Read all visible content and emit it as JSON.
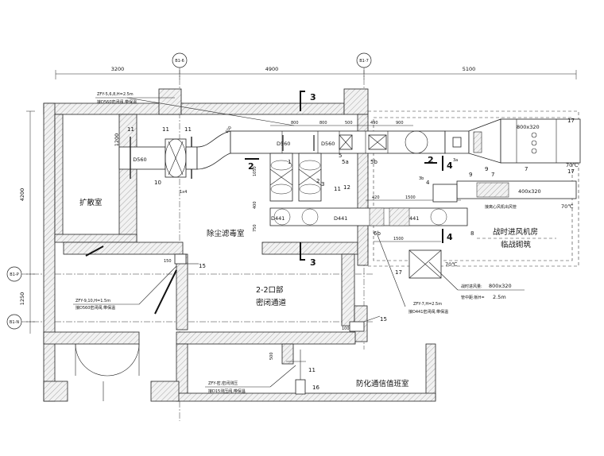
{
  "axes": {
    "b6": "B1-6",
    "b7": "B1-7",
    "bp": "B1-P",
    "bn": "B1-N"
  },
  "dims": {
    "top": [
      "3200",
      "4900",
      "5100"
    ],
    "left": [
      "4200",
      "1250"
    ],
    "duct_run": [
      "800",
      "800",
      "500",
      "490",
      "900"
    ],
    "lower_run": [
      "420",
      "1500"
    ],
    "mid_1500": "1500",
    "vert": [
      "1050",
      "400",
      "750",
      "150",
      "500",
      "1200",
      "100"
    ],
    "angle_600": "600"
  },
  "ducts": {
    "d560_a": "D560",
    "d560_b": "D560",
    "d560_c": "D560",
    "d441_a": "D441",
    "d441_b": "D441",
    "d441_c": "D441",
    "size_top": "800x320",
    "size_right": "400x320"
  },
  "rooms": {
    "expansion": "扩散室",
    "filter": "除尘滤毒室",
    "closed_passage_1": "2-2口部",
    "closed_passage_2": "密闭通道",
    "fan_room_1": "战时进风机房",
    "fan_room_2": "临战砌筑",
    "comm_room": "防化通信值班室"
  },
  "temps": {
    "t1": "70℃",
    "t2": "70℃",
    "t3": "70℃"
  },
  "notes": {
    "zfy_568_title": "ZFY-5,6,8,H=2.5m",
    "zfy_568_sub": "接D560密闭阀,带保温",
    "zfy_910_title": "ZFY-9,10,H=1.5m",
    "zfy_910_sub": "接D560密闭阀,带保温",
    "zfy_7_title": "ZFY-7,H=2.5m",
    "zfy_7_sub": "接D441密闭阀,带保温",
    "zfy_ke_title": "ZFY-密,密闭测压",
    "zfy_ke_sub": "接D15测压阀,带保温",
    "fan_out": "接离心风机出风管",
    "wartime_flow_prefix": "战时进风量:",
    "wartime_flow_value": "800x320",
    "duct_height_prefix": "管中距:板H=",
    "duct_height_value": "2.5m"
  },
  "section_marks": {
    "s3_top": "3",
    "s3_bot": "3",
    "s2_left": "2",
    "s2_right": "2",
    "s4_top": "4",
    "s4_bot": "4"
  },
  "tags": {
    "n1": "1",
    "n2": "2",
    "n3": "3",
    "n4": "4",
    "n5": "5",
    "n5a": "5a",
    "n5b": "5b",
    "n6b": "6b",
    "n3a": "3a",
    "n3b": "3b",
    "n7": "7",
    "n7b": "7",
    "n8": "8",
    "n9": "9",
    "n9b": "9",
    "n10": "10",
    "n11a": "11",
    "n11b": "11",
    "n11c": "11",
    "n11d": "11",
    "n11e": "11",
    "n12": "12",
    "n15a": "15",
    "n15b": "15",
    "n16": "16",
    "n17a": "17",
    "n17b": "17",
    "n17c": "17",
    "n1x4": "1x4"
  }
}
